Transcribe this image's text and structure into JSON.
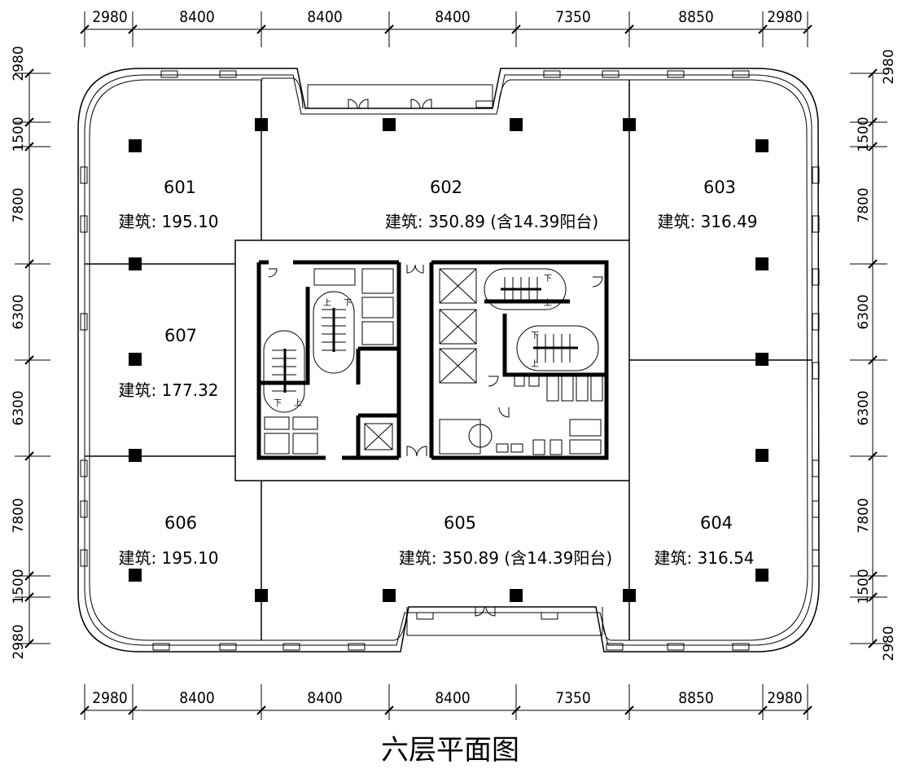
{
  "title": "六层平面图",
  "dimensions": {
    "horizontal_top": [
      "2980",
      "8400",
      "8400",
      "8400",
      "7350",
      "8850",
      "2980"
    ],
    "horizontal_bottom": [
      "2980",
      "8400",
      "8400",
      "8400",
      "7350",
      "8850",
      "2980"
    ],
    "vertical_left": [
      "2980",
      "1500",
      "7800",
      "6300",
      "6300",
      "7800",
      "1500",
      "2980"
    ],
    "vertical_right": [
      "2980",
      "1500",
      "7800",
      "6300",
      "6300",
      "7800",
      "1500",
      "2980"
    ]
  },
  "units": [
    {
      "number": "601",
      "area": "建筑: 195.10"
    },
    {
      "number": "602",
      "area": "建筑: 350.89 (含14.39阳台)"
    },
    {
      "number": "603",
      "area": "建筑: 316.49"
    },
    {
      "number": "607",
      "area": "建筑: 177.32"
    },
    {
      "number": "606",
      "area": "建筑: 195.10"
    },
    {
      "number": "605",
      "area": "建筑: 350.89 (含14.39阳台)"
    },
    {
      "number": "604",
      "area": "建筑: 316.54"
    }
  ],
  "stair_marks": {
    "up": "上",
    "down": "下"
  }
}
